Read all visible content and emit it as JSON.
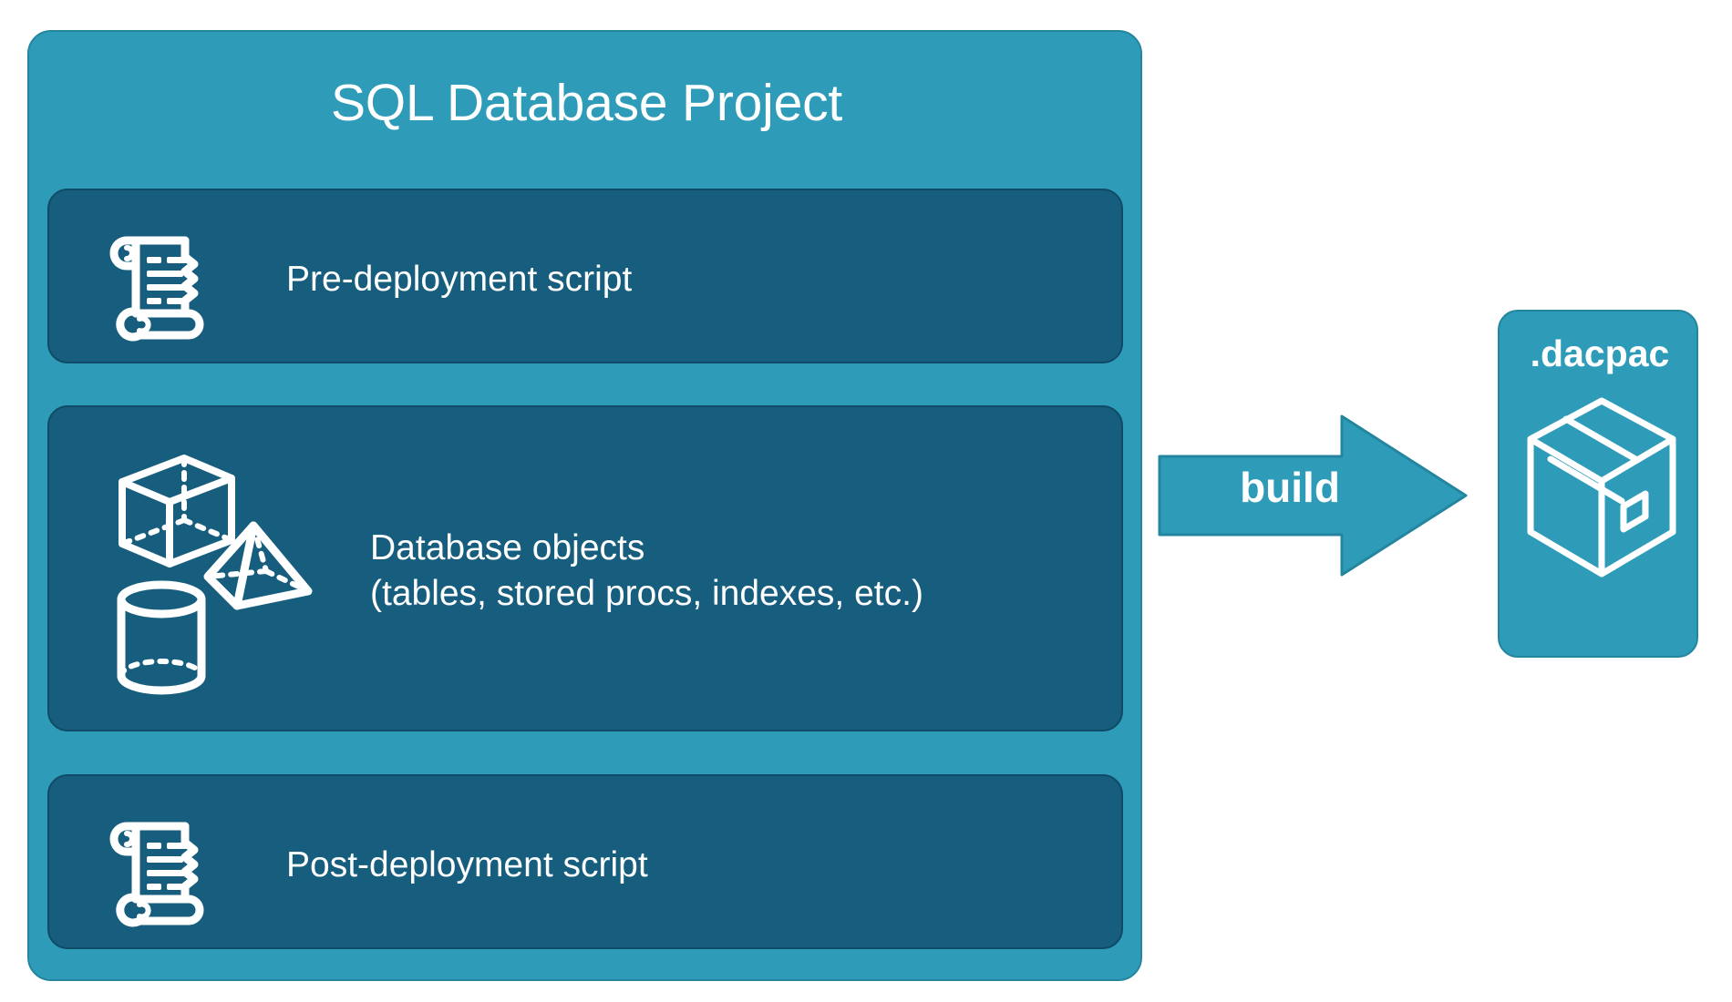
{
  "diagram": {
    "title": "SQL Database Project",
    "colors": {
      "outer_panel": "#2E9CB8",
      "outer_panel_border": "#24859F",
      "inner_card": "#175E7E",
      "inner_card_border": "#0F4A66",
      "text": "#FFFFFF",
      "arrow_fill": "#2E9CB8",
      "arrow_border": "#24859F",
      "background": "#FFFFFF"
    },
    "project_panel": {
      "title": "SQL Database Project",
      "cards": [
        {
          "id": "pre-deployment",
          "label": "Pre-deployment script",
          "icon": "scroll-icon"
        },
        {
          "id": "database-objects",
          "label": "Database objects\n(tables, stored procs, indexes, etc.)",
          "line1": "Database objects",
          "line2": "(tables, stored procs, indexes, etc.)",
          "icons": [
            "cube-icon",
            "pyramid-icon",
            "cylinder-icon"
          ]
        },
        {
          "id": "post-deployment",
          "label": "Post-deployment script",
          "icon": "scroll-icon"
        }
      ]
    },
    "build_arrow": {
      "label": "build",
      "direction": "right",
      "icon": "arrow-right-icon"
    },
    "output_panel": {
      "label": ".dacpac",
      "icon": "package-box-icon"
    }
  }
}
